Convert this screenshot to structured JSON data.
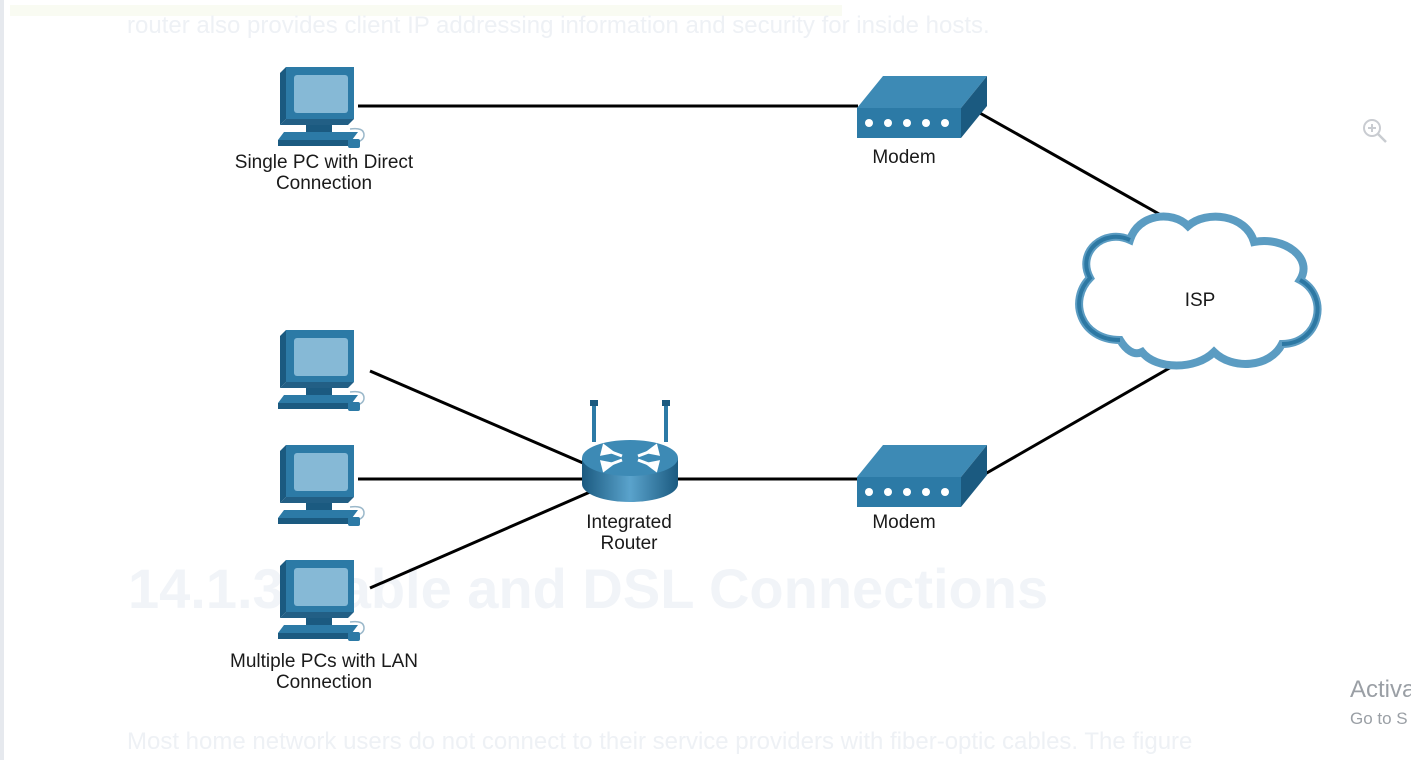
{
  "background": {
    "intro_text": "router also provides client IP addressing information and security for inside hosts.",
    "heading": "14.1.3 Cable and DSL Connections",
    "body_text": "Most home network users do not connect to their service providers with fiber-optic cables. The figure"
  },
  "watermark": {
    "title": "Activa",
    "subtitle": "Go to S"
  },
  "diagram": {
    "single_pc_label_line1": "Single PC with Direct",
    "single_pc_label_line2": "Connection",
    "modem_top_label": "Modem",
    "isp_label": "ISP",
    "router_label_line1": "Integrated",
    "router_label_line2": "Router",
    "modem_bottom_label": "Modem",
    "multi_pc_label_line1": "Multiple PCs with LAN",
    "multi_pc_label_line2": "Connection"
  },
  "icons": [
    "pc-icon",
    "modem-icon",
    "router-icon",
    "cloud-icon",
    "zoom-in-icon"
  ],
  "colors": {
    "device_blue": "#2c7aa6",
    "device_dark": "#1b5a80",
    "screen_light": "#86b9d6",
    "cloud_stroke": "#3d85ad",
    "link_line": "#000000"
  }
}
